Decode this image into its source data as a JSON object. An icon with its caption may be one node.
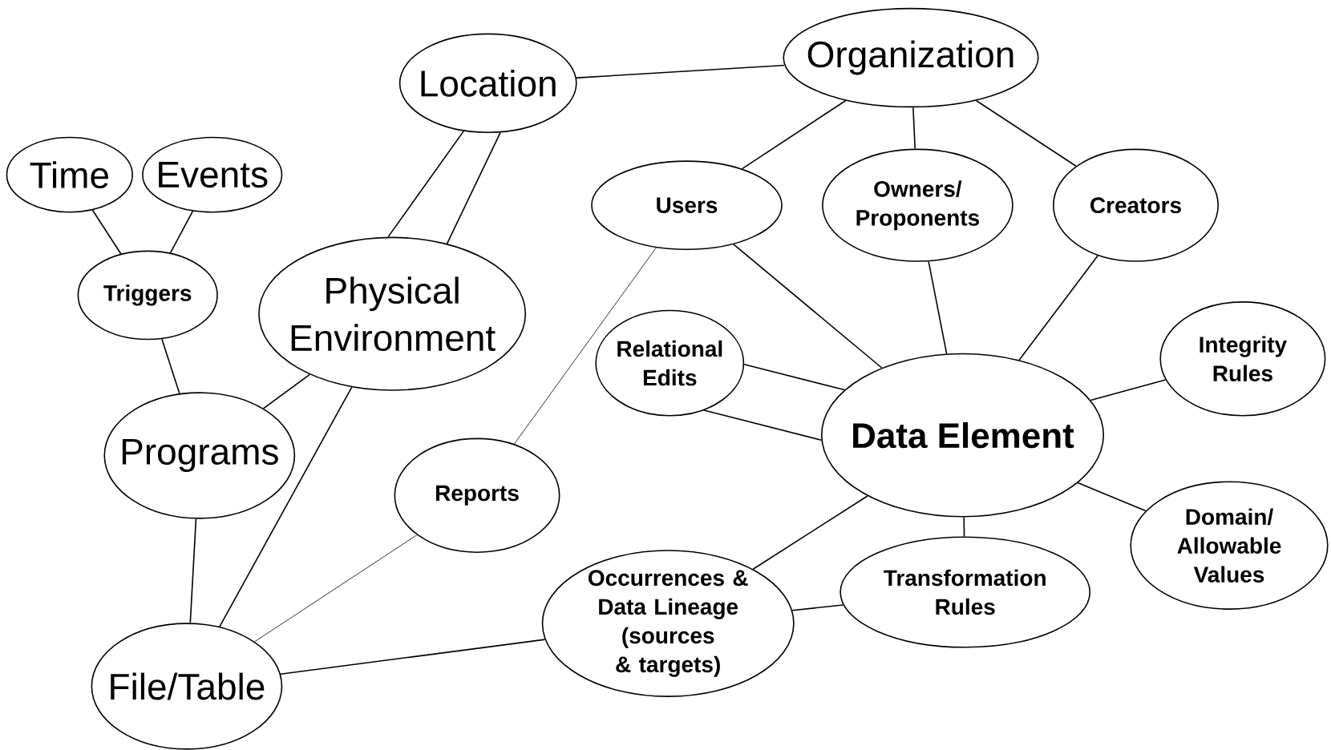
{
  "diagram": {
    "nodes": [
      {
        "text": [
          "Location"
        ]
      },
      {
        "text": [
          "Organization"
        ]
      },
      {
        "text": [
          "Time"
        ]
      },
      {
        "text": [
          "Events"
        ]
      },
      {
        "text": [
          "Users"
        ]
      },
      {
        "text": [
          "Owners/ Proponents"
        ]
      },
      {
        "text": [
          "Creators"
        ]
      },
      {
        "text": [
          "Triggers"
        ]
      },
      {
        "text": [
          "Physical Environment"
        ]
      },
      {
        "text": [
          "Relational Edits"
        ]
      },
      {
        "text": [
          "Integrity Rules"
        ]
      },
      {
        "text": [
          "Data Element"
        ]
      },
      {
        "text": [
          "Programs"
        ]
      },
      {
        "text": [
          "Reports"
        ]
      },
      {
        "text": [
          "Domain/ Allowable Values"
        ]
      },
      {
        "text": [
          "Transformation Rules"
        ]
      },
      {
        "text": [
          "Occurrences & Data Lineage (sources & targets)"
        ]
      },
      {
        "text": [
          "File/Table"
        ]
      }
    ],
    "edges": [
      {
        "from": 0,
        "to": 1,
        "arrow": "none"
      },
      {
        "from": 1,
        "to": 4,
        "arrow": "none"
      },
      {
        "from": 1,
        "to": 5,
        "arrow": "none"
      },
      {
        "from": 1,
        "to": 6,
        "arrow": "none"
      },
      {
        "from": 2,
        "to": 7,
        "arrow": "none"
      },
      {
        "from": 3,
        "to": 7,
        "arrow": "none"
      },
      {
        "from": 0,
        "to": 8,
        "arrow": "none"
      },
      {
        "from": 0,
        "to": 8,
        "arrow": "none"
      },
      {
        "from": 7,
        "to": 12,
        "arrow": "none"
      },
      {
        "from": 8,
        "to": 12,
        "arrow": "none"
      },
      {
        "from": 8,
        "to": 17,
        "arrow": "none"
      },
      {
        "from": 4,
        "to": 11,
        "arrow": "none"
      },
      {
        "from": 4,
        "to": 13,
        "arrow": "none"
      },
      {
        "from": 5,
        "to": 11,
        "arrow": "none"
      },
      {
        "from": 6,
        "to": 11,
        "arrow": "none"
      },
      {
        "from": 9,
        "to": 11,
        "arrow": "none"
      },
      {
        "from": 9,
        "to": 11,
        "arrow": "none"
      },
      {
        "from": 10,
        "to": 11,
        "arrow": "none"
      },
      {
        "from": 11,
        "to": 14,
        "arrow": "none"
      },
      {
        "from": 11,
        "to": 15,
        "arrow": "none"
      },
      {
        "from": 11,
        "to": 16,
        "arrow": "none"
      },
      {
        "from": 12,
        "to": 17,
        "arrow": "none"
      },
      {
        "from": 13,
        "to": 17,
        "arrow": "none"
      },
      {
        "from": 17,
        "to": 16,
        "arrow": "none"
      },
      {
        "from": 16,
        "to": 15,
        "arrow": "none"
      }
    ]
  }
}
